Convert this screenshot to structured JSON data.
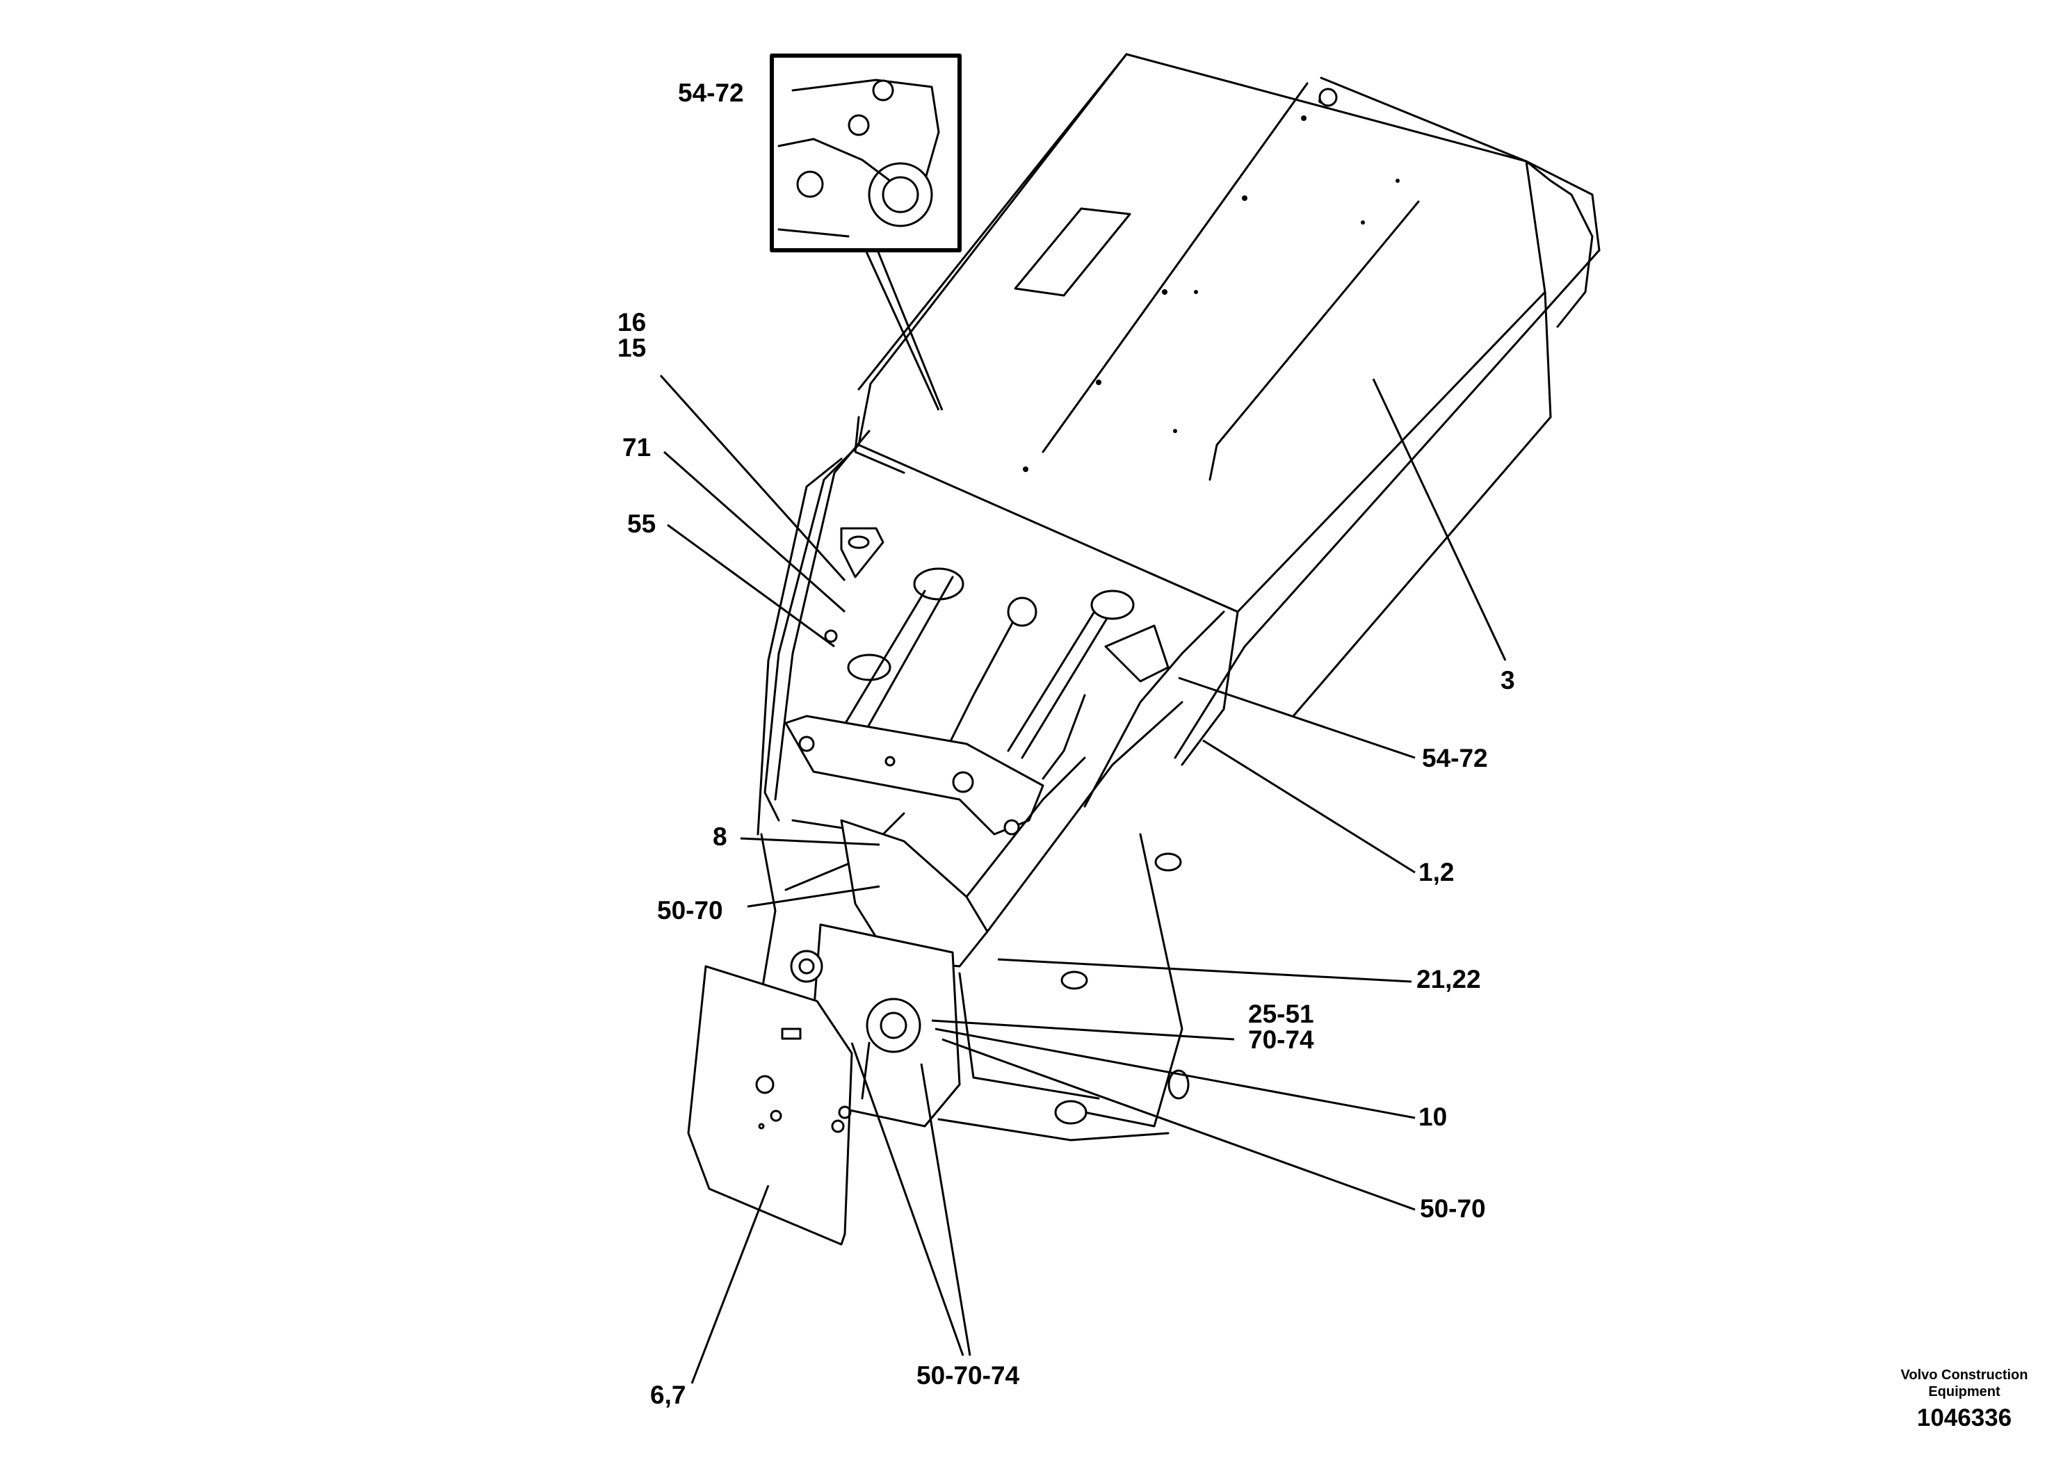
{
  "diagram": {
    "callouts": {
      "inset_ref": "54-72",
      "c16": "16",
      "c15": "15",
      "c71": "71",
      "c55": "55",
      "c3": "3",
      "c54_72": "54-72",
      "c1_2": "1,2",
      "c8": "8",
      "c50_70_left": "50-70",
      "c21_22": "21,22",
      "c25_51": "25-51",
      "c70_74": "70-74",
      "c10": "10",
      "c50_70_right": "50-70",
      "c6_7": "6,7",
      "c50_70_74": "50-70-74"
    },
    "footer": {
      "company_line1": "Volvo Construction",
      "company_line2": "Equipment",
      "drawing_number": "1046336"
    }
  },
  "colors": {
    "ink": "#000000",
    "paper": "#ffffff"
  }
}
